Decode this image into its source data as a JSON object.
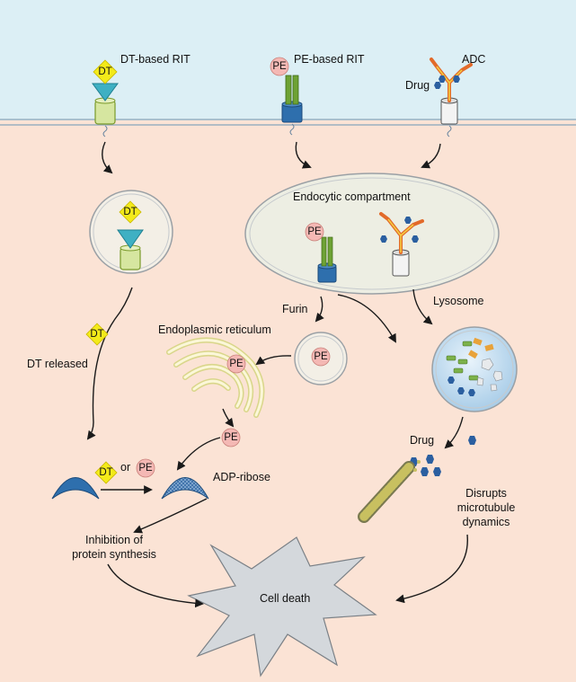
{
  "labels": {
    "dt_based_rit": "DT-based RIT",
    "pe_based_rit": "PE-based RIT",
    "adc": "ADC",
    "drug_top": "Drug",
    "endocytic_compartment": "Endocytic compartment",
    "furin": "Furin",
    "lysosome": "Lysosome",
    "endoplasmic_reticulum": "Endoplasmic reticulum",
    "dt_released": "DT released",
    "adp_ribose": "ADP-ribose",
    "or": "or",
    "inhibition_line1": "Inhibition of",
    "inhibition_line2": "protein synthesis",
    "drug_bottom": "Drug",
    "disrupts_line1": "Disrupts",
    "disrupts_line2": "microtubule",
    "disrupts_line3": "dynamics",
    "cell_death": "Cell death"
  },
  "tags": {
    "dt": "DT",
    "pe": "PE"
  },
  "colors": {
    "extracellular": "#dceff5",
    "cytoplasm": "#fbe3d5",
    "membrane": "#9ab0c0",
    "dt_diamond": "#f3ea1a",
    "pe_circle": "#f4b8b4",
    "receptor_green": "#c8dc8a",
    "receptor_blue": "#2e6fad",
    "cell_death_star": "#d4d8dc"
  }
}
